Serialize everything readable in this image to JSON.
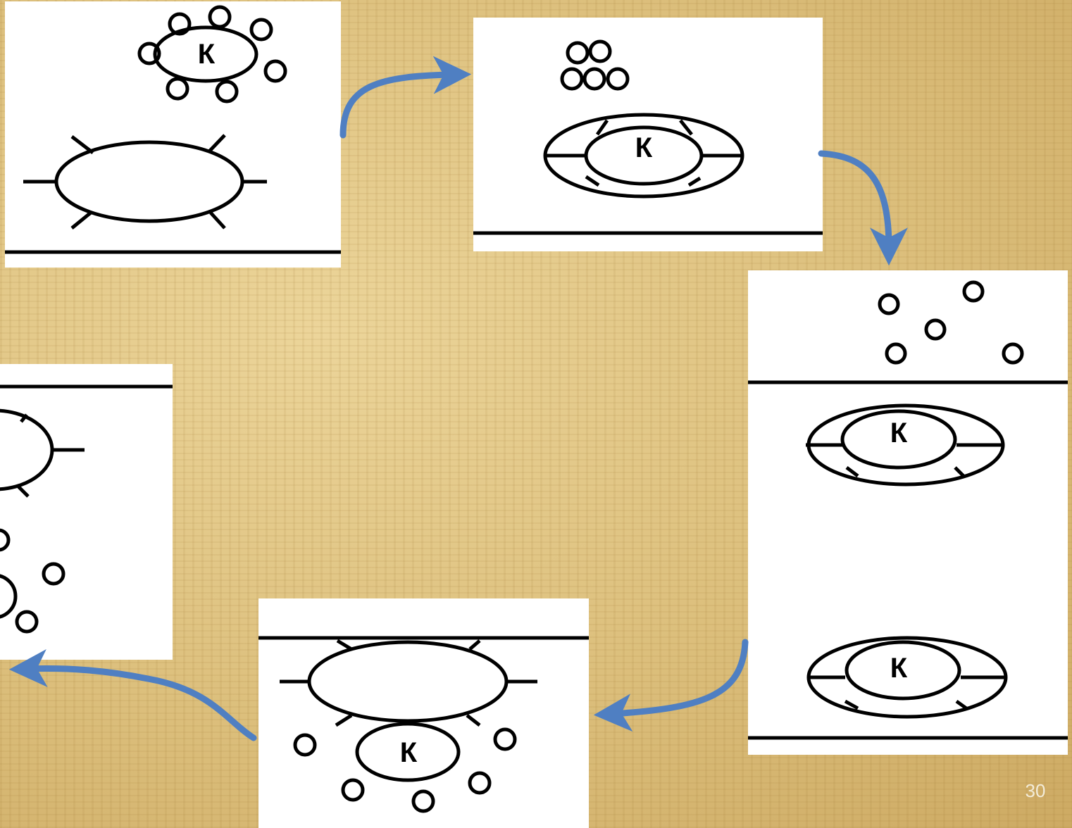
{
  "diagram": {
    "panels": [
      {
        "id": "stage-1",
        "label": "К"
      },
      {
        "id": "stage-2",
        "label": "К"
      },
      {
        "id": "stage-3",
        "labels": [
          "К",
          "К"
        ]
      },
      {
        "id": "stage-4",
        "label": "К"
      },
      {
        "id": "stage-5"
      }
    ],
    "arrow_color": "#4f7fc2",
    "stroke_color": "#000000"
  },
  "slide_number": "30"
}
